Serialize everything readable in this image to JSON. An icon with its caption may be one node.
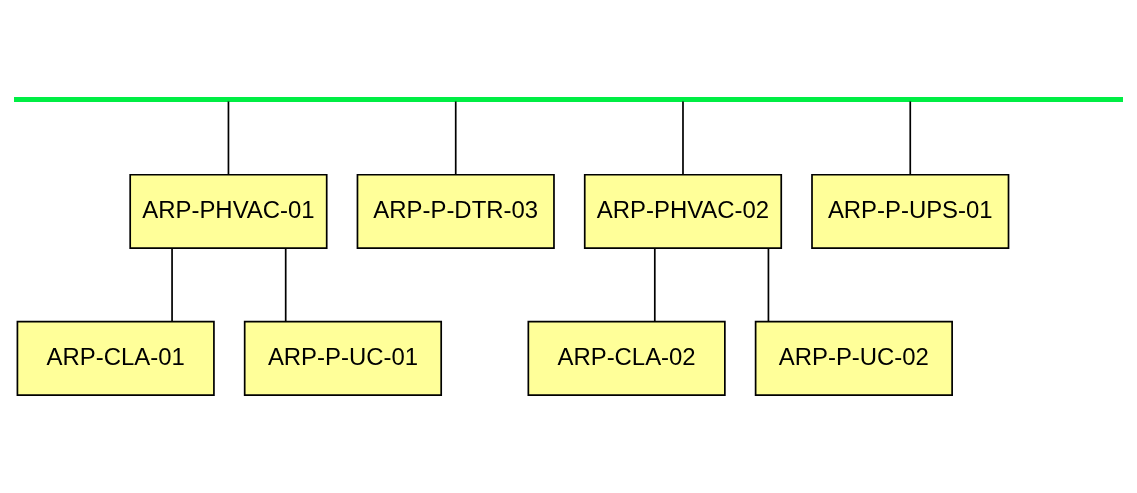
{
  "diagram": {
    "nodes": [
      {
        "text": [],
        "shape": "bar"
      },
      {
        "text": [
          "ARP-PHVAC-01"
        ]
      },
      {
        "text": [
          "ARP-P-DTR-03"
        ]
      },
      {
        "text": [
          "ARP-PHVAC-02"
        ]
      },
      {
        "text": [
          "ARP-P-UPS-01"
        ]
      },
      {
        "text": [
          "ARP-CLA-01"
        ]
      },
      {
        "text": [
          "ARP-P-UC-01"
        ]
      },
      {
        "text": [
          "ARP-CLA-02"
        ]
      },
      {
        "text": [
          "ARP-P-UC-02"
        ]
      }
    ],
    "edges": [
      {
        "from": 0,
        "to": 1,
        "arrow": "none"
      },
      {
        "from": 0,
        "to": 2,
        "arrow": "none"
      },
      {
        "from": 0,
        "to": 3,
        "arrow": "none"
      },
      {
        "from": 0,
        "to": 4,
        "arrow": "none"
      },
      {
        "from": 1,
        "to": 5,
        "arrow": "none"
      },
      {
        "from": 1,
        "to": 6,
        "arrow": "none"
      },
      {
        "from": 3,
        "to": 7,
        "arrow": "none"
      },
      {
        "from": 3,
        "to": 8,
        "arrow": "none"
      }
    ]
  }
}
